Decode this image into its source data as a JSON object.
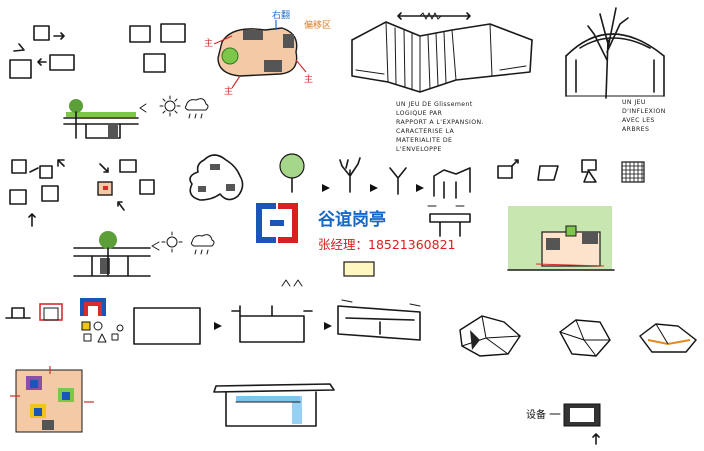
{
  "watermark": {
    "company": "谷谊岗亭",
    "contact": "张经理：18521360821",
    "logo_colors": {
      "blue": "#1b55b8",
      "red": "#d92020"
    }
  },
  "annotations": {
    "top_center_labels": {
      "main_left": "主",
      "main_bottom": "主",
      "main_right": "主",
      "blue_label": "右翻",
      "orange_label": "偏移区"
    },
    "french_note_1": [
      "UN JEU DE Glissement",
      "LOGIQUE PAR",
      "RAPPORT A L'EXPANSION.",
      "CARACTERISE LA",
      "MATERIALITE DE",
      "L'ENVELOPPE"
    ],
    "french_note_2": [
      "UN JEU",
      "D'INFLEXION",
      "AVEC LES",
      "ARBRES"
    ],
    "equipment_label": "设备"
  }
}
